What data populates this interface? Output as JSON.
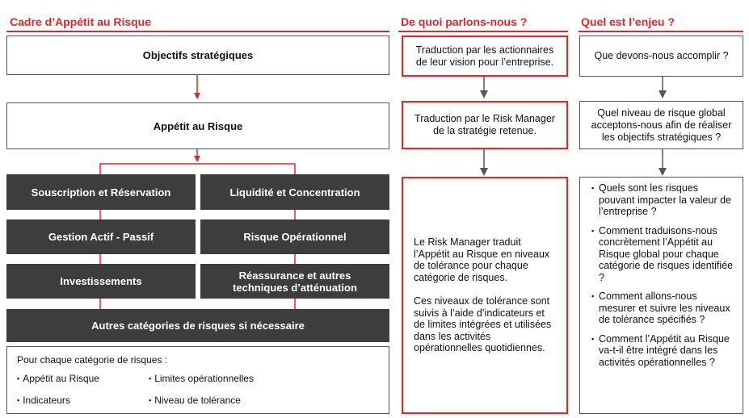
{
  "headers": {
    "left": "Cadre d’Appétit au Risque",
    "middle": "De quoi parlons-nous ?",
    "right": "Quel est l’enjeu ?"
  },
  "left": {
    "objectives": "Objectifs stratégiques",
    "appetite": "Appétit au Risque",
    "categories": [
      "Souscription et Réservation",
      "Liquidité et Concentration",
      "Gestion Actif - Passif",
      "Risque Opérationnel",
      "Investissements",
      "Réassurance et autres techniques d’atténuation"
    ],
    "other": "Autres catégories de risques si nécessaire",
    "legend": {
      "title": "Pour chaque catégorie de risques :",
      "items": [
        "Appétit au Risque",
        "Limites opérationnelles",
        "Indicateurs",
        "Niveau de tolérance"
      ]
    }
  },
  "middle": {
    "box1": "Traduction par les actionnaires de leur vision pour l’entreprise.",
    "box2": "Traduction par le Risk Manager de la stratégie retenue.",
    "box3_p1": "Le Risk Manager traduit l’Appétit au Risque en niveaux de tolérance pour chaque catégorie de risques.",
    "box3_p2": "Ces niveaux de tolérance sont suivis à l’aide d’indicateurs et de limites intégrées et utilisées dans les activités opérationnelles quotidiennes."
  },
  "right": {
    "box1": "Que devons-nous accomplir ?",
    "box2": "Quel niveau de risque global acceptons-nous afin de réaliser les objectifs stratégiques ?",
    "questions": [
      "Quels sont les risques pouvant impacter la valeur de l’entreprise ?",
      "Comment traduisons-nous concrètement l’Appétit au Risque global pour chaque catégorie de risques identifiée ?",
      "Comment allons-nous mesurer et suivre les niveaux de tolérance spécifiés ?",
      "Comment l’Appétit au Risque va-t-il être intégré dans les activités opérationnelles ?"
    ]
  }
}
